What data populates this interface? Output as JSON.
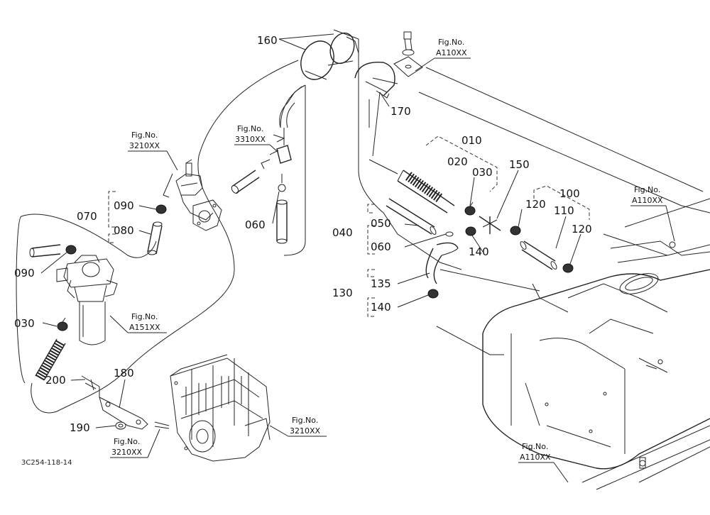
{
  "labels": {
    "p160": "160",
    "p170": "170",
    "p010": "010",
    "p020": "020",
    "p030a": "030",
    "p150": "150",
    "p100": "100",
    "p120a": "120",
    "p110": "110",
    "p120b": "120",
    "p040": "040",
    "p050": "050",
    "p060a": "060",
    "p140a": "140",
    "p130": "130",
    "p135": "135",
    "p140b": "140",
    "p060b": "060",
    "p070": "070",
    "p090a": "090",
    "p080": "080",
    "p090b": "090",
    "p030b": "030",
    "p200": "200",
    "p180": "180",
    "p190": "190"
  },
  "fig_refs": {
    "heading": "Fig.No.",
    "top_right": "A110XX",
    "right": "A110XX",
    "bottom_right": "A110XX",
    "pump": "3210XX",
    "tee": "3310XX",
    "filter": "A151XX",
    "transmission": "3210XX",
    "bracket": "3210XX"
  },
  "drawing_code": "3C254-118-14",
  "icons": [
    "fuel-tank-icon",
    "fuel-filter-icon",
    "fuel-pump-icon",
    "transmission-case-icon",
    "hose-icon",
    "hose-clamp-icon",
    "tee-joint-icon"
  ]
}
